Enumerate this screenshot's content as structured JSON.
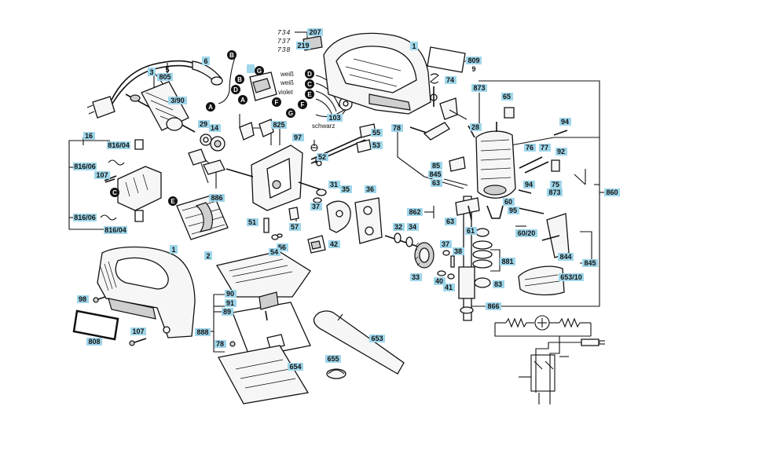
{
  "labels": {
    "p1a": "1",
    "p1b": "1",
    "p2": "2",
    "p3": "3",
    "p390": "3/90",
    "p5": "5",
    "p6": "6",
    "p9": "9",
    "p14": "14",
    "p16": "16",
    "p28": "28",
    "p29": "29",
    "p31": "31",
    "p32": "32",
    "p33": "33",
    "p34": "34",
    "p35": "35",
    "p36": "36",
    "p37a": "37",
    "p37b": "37",
    "p38": "38",
    "p40": "40",
    "p41": "41",
    "p42": "42",
    "p51": "51",
    "p52": "52",
    "p53": "53",
    "p54": "54",
    "p55": "55",
    "p56": "56",
    "p57": "57",
    "p60": "60",
    "p6020": "60/20",
    "p61": "61",
    "p63a": "63",
    "p63b": "63",
    "p65": "65",
    "p74": "74",
    "p75": "75",
    "p76": "76",
    "p77": "77",
    "p78a": "78",
    "p78b": "78",
    "p83": "83",
    "p85": "85",
    "p89": "89",
    "p90": "90",
    "p91": "91",
    "p92": "92",
    "p94a": "94",
    "p94b": "94",
    "p95": "95",
    "p97": "97",
    "p98": "98",
    "p103": "103",
    "p107a": "107",
    "p107b": "107",
    "p207": "207",
    "p219": "219",
    "p653": "653",
    "p65310": "653/10",
    "p654": "654",
    "p655": "655",
    "p805": "805",
    "p808": "808",
    "p809": "809",
    "p81604a": "816/04",
    "p81604b": "816/04",
    "p81606a": "816/06",
    "p81606b": "816/06",
    "p825": "825",
    "p844": "844",
    "p845a": "845",
    "p845b": "845",
    "p860": "860",
    "p862": "862",
    "p866": "866",
    "p873a": "873",
    "p873b": "873",
    "p881": "881",
    "p886": "886",
    "p888": "888"
  },
  "variants": {
    "v734": "734",
    "v737": "737",
    "v738": "738"
  },
  "wires": {
    "weiss1": "weiß",
    "weiss2": "weiß",
    "violet": "violet",
    "schwarz": "schwarz"
  },
  "connectors": [
    "A",
    "B",
    "C",
    "D",
    "E",
    "F",
    "G"
  ],
  "colors": {
    "label_fill": "#9fd6ea",
    "line": "#111111"
  }
}
